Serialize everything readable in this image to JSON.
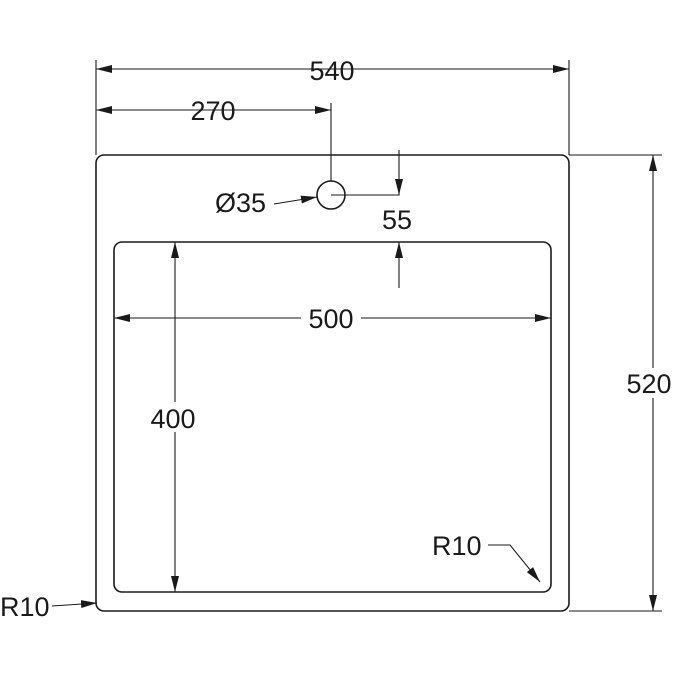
{
  "dimensions": {
    "overall_width": "540",
    "drain_offset": "270",
    "drain_diameter": "Ø35",
    "drain_to_basin": "55",
    "basin_width": "500",
    "basin_depth": "400",
    "overall_depth": "520",
    "inner_corner_radius": "R10",
    "outer_corner_radius": "R10"
  },
  "colors": {
    "line": "#1a1a1a",
    "background": "#ffffff"
  }
}
